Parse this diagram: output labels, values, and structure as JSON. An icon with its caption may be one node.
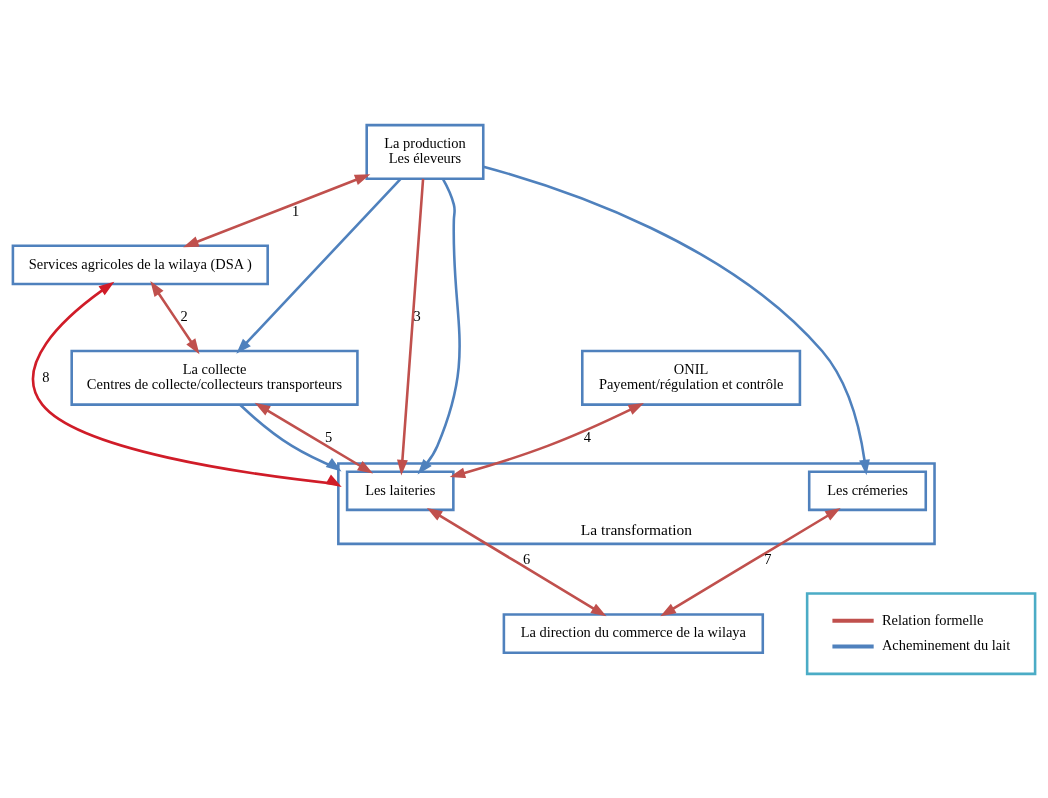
{
  "diagram": {
    "nodes": [
      {
        "text": [
          "La production",
          "Les éleveurs"
        ]
      },
      {
        "text": [
          "ONIL",
          "Payement/régulation et contrôle"
        ]
      },
      {
        "text": [
          "Services agricoles de la wilaya (DSA )"
        ]
      },
      {
        "text": [
          "La collecte",
          "Centres de collecte/collecteurs transporteurs"
        ]
      },
      {
        "text": [
          "La transformation"
        ]
      },
      {
        "text": [
          "Les laiteries"
        ],
        "in": 4
      },
      {
        "text": [
          "Les crémeries"
        ],
        "in": 4
      },
      {
        "text": [
          "La direction du commerce de la wilaya"
        ]
      }
    ],
    "edges": [
      {
        "from": 0,
        "to": 2,
        "arrow": "both",
        "label": "1"
      },
      {
        "from": 0,
        "to": 3,
        "arrow": "to",
        "color": "#4f81bd"
      },
      {
        "from": 2,
        "to": 3,
        "arrow": "both",
        "label": "2"
      },
      {
        "from": 0,
        "to": 5,
        "arrow": "to",
        "label": "3"
      },
      {
        "from": 1,
        "to": 5,
        "arrow": "both",
        "label": "4"
      },
      {
        "from": 3,
        "to": 5,
        "arrow": "both",
        "label": "5"
      },
      {
        "from": 3,
        "to": 4,
        "arrow": "to",
        "color": "#4f81bd"
      },
      {
        "from": 2,
        "to": 4,
        "arrow": "both",
        "label": "8",
        "color": "#d01c28"
      },
      {
        "from": 0,
        "to": 5,
        "arrow": "to",
        "color": "#4f81bd"
      },
      {
        "from": 0,
        "to": 6,
        "arrow": "to",
        "color": "#4f81bd"
      },
      {
        "from": 5,
        "to": 7,
        "arrow": "both",
        "label": "6"
      },
      {
        "from": 6,
        "to": 7,
        "arrow": "both",
        "label": "7"
      }
    ],
    "legend": [
      {
        "text": "Relation formelle"
      },
      {
        "text": "Acheminement du lait"
      }
    ]
  }
}
